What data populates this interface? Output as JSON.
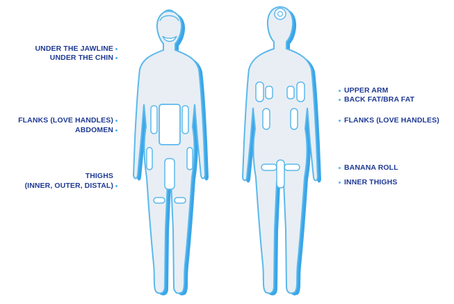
{
  "colors": {
    "label_text": "#1f3a93",
    "bullet": "#4fb6ee",
    "body_fill": "#e8eef4",
    "body_outline": "#5bb8ec",
    "shadow": "#3aa6e8",
    "zone_fill": "#ffffff",
    "zone_stroke": "#5bb8ec"
  },
  "front": {
    "labels": {
      "jawline": "UNDER THE JAWLINE",
      "chin": "UNDER THE CHIN",
      "flanks": "FLANKS (LOVE HANDLES)",
      "abdomen": "ABDOMEN",
      "thighs": "THIGHS",
      "thighs_detail": "(INNER, OUTER, DISTAL)"
    }
  },
  "back": {
    "labels": {
      "upper_arm": "UPPER ARM",
      "back_fat": "BACK FAT/BRA FAT",
      "flanks": "FLANKS (LOVE HANDLES)",
      "banana_roll": "BANANA ROLL",
      "inner_thighs": "INNER THIGHS"
    }
  }
}
